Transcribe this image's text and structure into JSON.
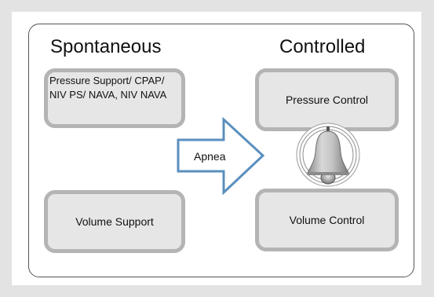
{
  "headings": {
    "spontaneous": "Spontaneous",
    "controlled": "Controlled"
  },
  "boxes": {
    "pressure_support": "Pressure Support/ CPAP/ NIV PS/ NAVA, NIV NAVA",
    "volume_support": "Volume Support",
    "pressure_control": "Pressure Control",
    "volume_control": "Volume Control"
  },
  "arrow": {
    "label": "Apnea"
  },
  "icons": {
    "alarm": "bell-icon"
  },
  "colors": {
    "box_fill": "#e6e6e6",
    "box_border": "#b4b4b4",
    "arrow_border": "#5a8fbf",
    "background": "#e3e3e3"
  }
}
